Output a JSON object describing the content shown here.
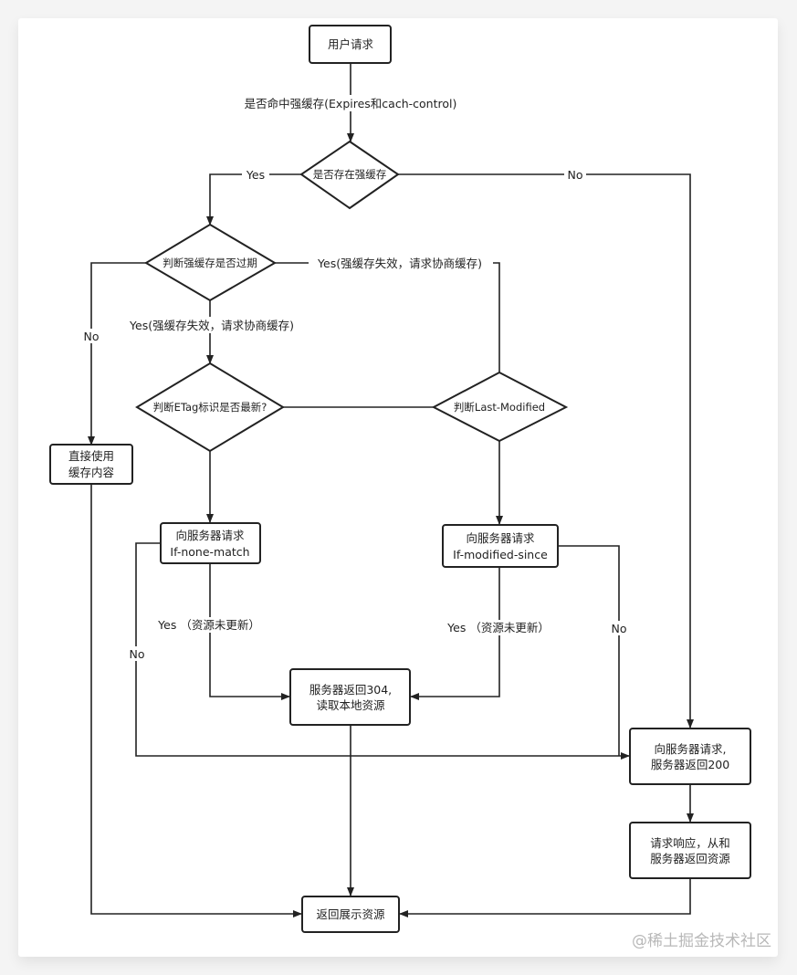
{
  "nodes": {
    "start": "用户请求",
    "check_strong": "是否存在强缓存",
    "check_expired": "判断强缓存是否过期",
    "check_etag": "判断ETag标识是否最新?",
    "check_last_modified": "判断Last-Modified",
    "use_cache": [
      "直接使用",
      "缓存内容"
    ],
    "req_none_match": [
      "向服务器请求",
      "If-none-match"
    ],
    "req_modified_since": [
      "向服务器请求",
      "If-modified-since"
    ],
    "return_304": [
      "服务器返回304,",
      "读取本地资源"
    ],
    "return_200": [
      "向服务器请求,",
      "服务器返回200"
    ],
    "response": [
      "请求响应，从和",
      "服务器返回资源"
    ],
    "show": "返回展示资源"
  },
  "edges": {
    "hit_strong": "是否命中强缓存(Expires和cach-control)",
    "yes": "Yes",
    "no": "No",
    "yes_negotiate": "Yes(强缓存失效，请求协商缓存)",
    "yes_not_updated": "Yes （资源未更新）"
  },
  "watermark": "@稀土掘金技术社区"
}
